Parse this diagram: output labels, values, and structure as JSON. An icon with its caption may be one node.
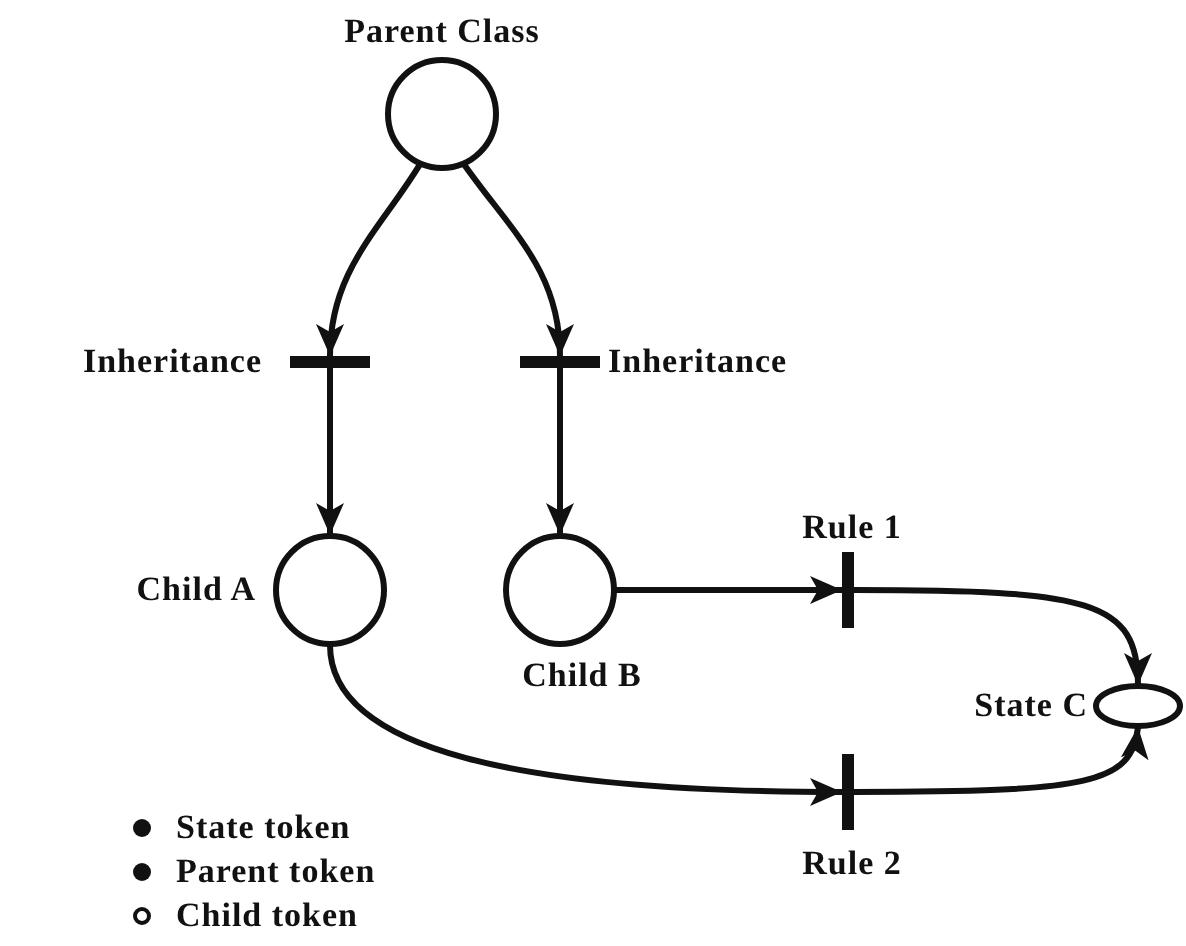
{
  "diagram": {
    "nodes": [
      {
        "text": [
          "Parent Class"
        ]
      },
      {
        "text": [
          "Inheritance"
        ]
      },
      {
        "text": [
          "Inheritance"
        ]
      },
      {
        "text": [
          "Child A"
        ]
      },
      {
        "text": [
          "Child B"
        ]
      },
      {
        "text": [
          "Rule 1"
        ]
      },
      {
        "text": [
          "Rule 2"
        ]
      },
      {
        "text": [
          "State C"
        ]
      }
    ],
    "edges": [
      {
        "from": 0,
        "to": 1,
        "arrow": "to"
      },
      {
        "from": 0,
        "to": 2,
        "arrow": "to"
      },
      {
        "from": 1,
        "to": 3,
        "arrow": "to"
      },
      {
        "from": 2,
        "to": 4,
        "arrow": "to"
      },
      {
        "from": 4,
        "to": 5,
        "arrow": "to"
      },
      {
        "from": 3,
        "to": 6,
        "arrow": "to"
      },
      {
        "from": 5,
        "to": 7,
        "arrow": "to"
      },
      {
        "from": 6,
        "to": 7,
        "arrow": "to"
      }
    ],
    "legend": [
      {
        "text": "State token"
      },
      {
        "text": "Parent token"
      },
      {
        "text": "Child token"
      }
    ]
  }
}
